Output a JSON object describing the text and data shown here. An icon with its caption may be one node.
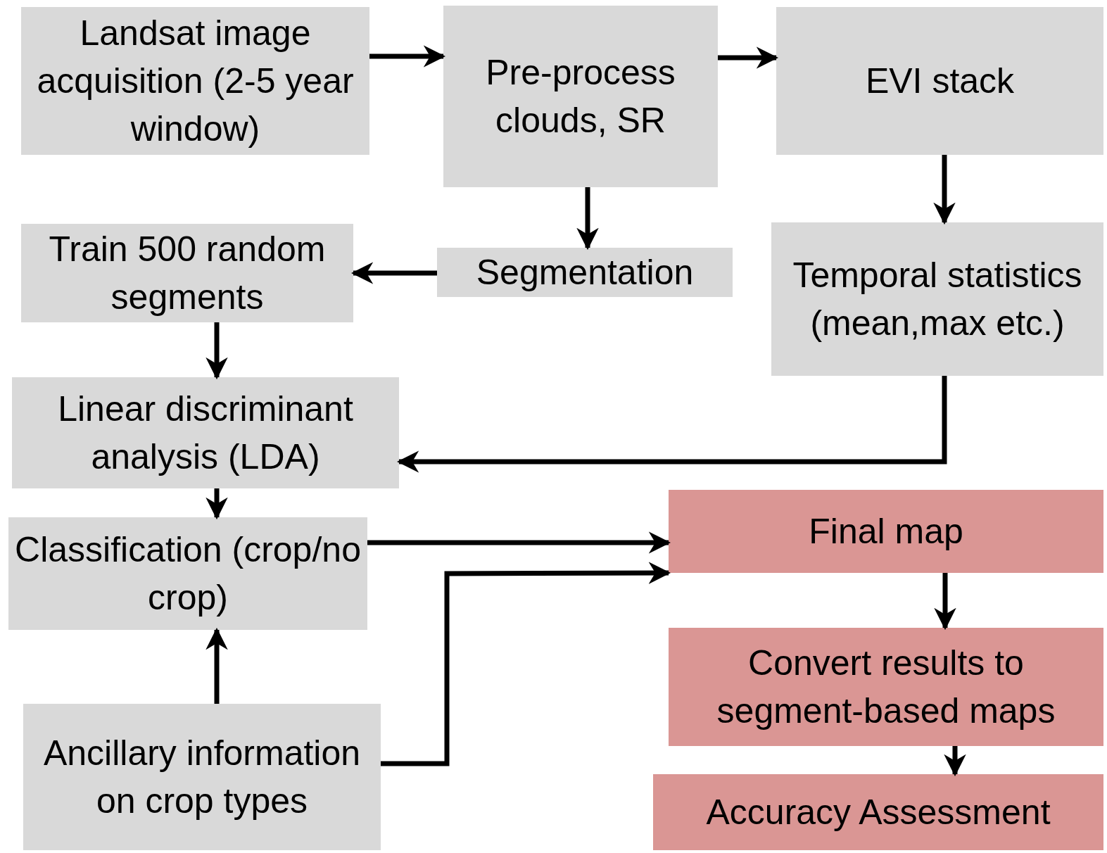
{
  "diagram": {
    "nodes": [
      {
        "text": [
          "Landsat image acquisition (2-5 year window)"
        ]
      },
      {
        "text": [
          "Pre-process clouds, SR"
        ]
      },
      {
        "text": [
          "EVI stack"
        ]
      },
      {
        "text": [
          "Segmentation"
        ]
      },
      {
        "text": [
          "Train 500 random segments"
        ]
      },
      {
        "text": [
          "Temporal statistics (mean,max etc.)"
        ]
      },
      {
        "text": [
          "Linear discriminant analysis (LDA)"
        ]
      },
      {
        "text": [
          "Classification (crop/no crop)"
        ]
      },
      {
        "text": [
          "Final map"
        ]
      },
      {
        "text": [
          "Convert results to segment-based maps"
        ]
      },
      {
        "text": [
          "Accuracy Assessment"
        ]
      },
      {
        "text": [
          "Ancillary information on crop types"
        ]
      }
    ],
    "edges": [
      {
        "from": 0,
        "to": 1,
        "arrow": "to"
      },
      {
        "from": 1,
        "to": 2,
        "arrow": "to"
      },
      {
        "from": 1,
        "to": 3,
        "arrow": "to"
      },
      {
        "from": 3,
        "to": 4,
        "arrow": "to"
      },
      {
        "from": 2,
        "to": 5,
        "arrow": "to"
      },
      {
        "from": 4,
        "to": 6,
        "arrow": "to"
      },
      {
        "from": 5,
        "to": 6,
        "arrow": "to"
      },
      {
        "from": 6,
        "to": 7,
        "arrow": "to"
      },
      {
        "from": 7,
        "to": 8,
        "arrow": "to"
      },
      {
        "from": 11,
        "to": 7,
        "arrow": "to"
      },
      {
        "from": 11,
        "to": 8,
        "arrow": "to"
      },
      {
        "from": 8,
        "to": 9,
        "arrow": "to"
      },
      {
        "from": 9,
        "to": 10,
        "arrow": "to"
      }
    ]
  }
}
